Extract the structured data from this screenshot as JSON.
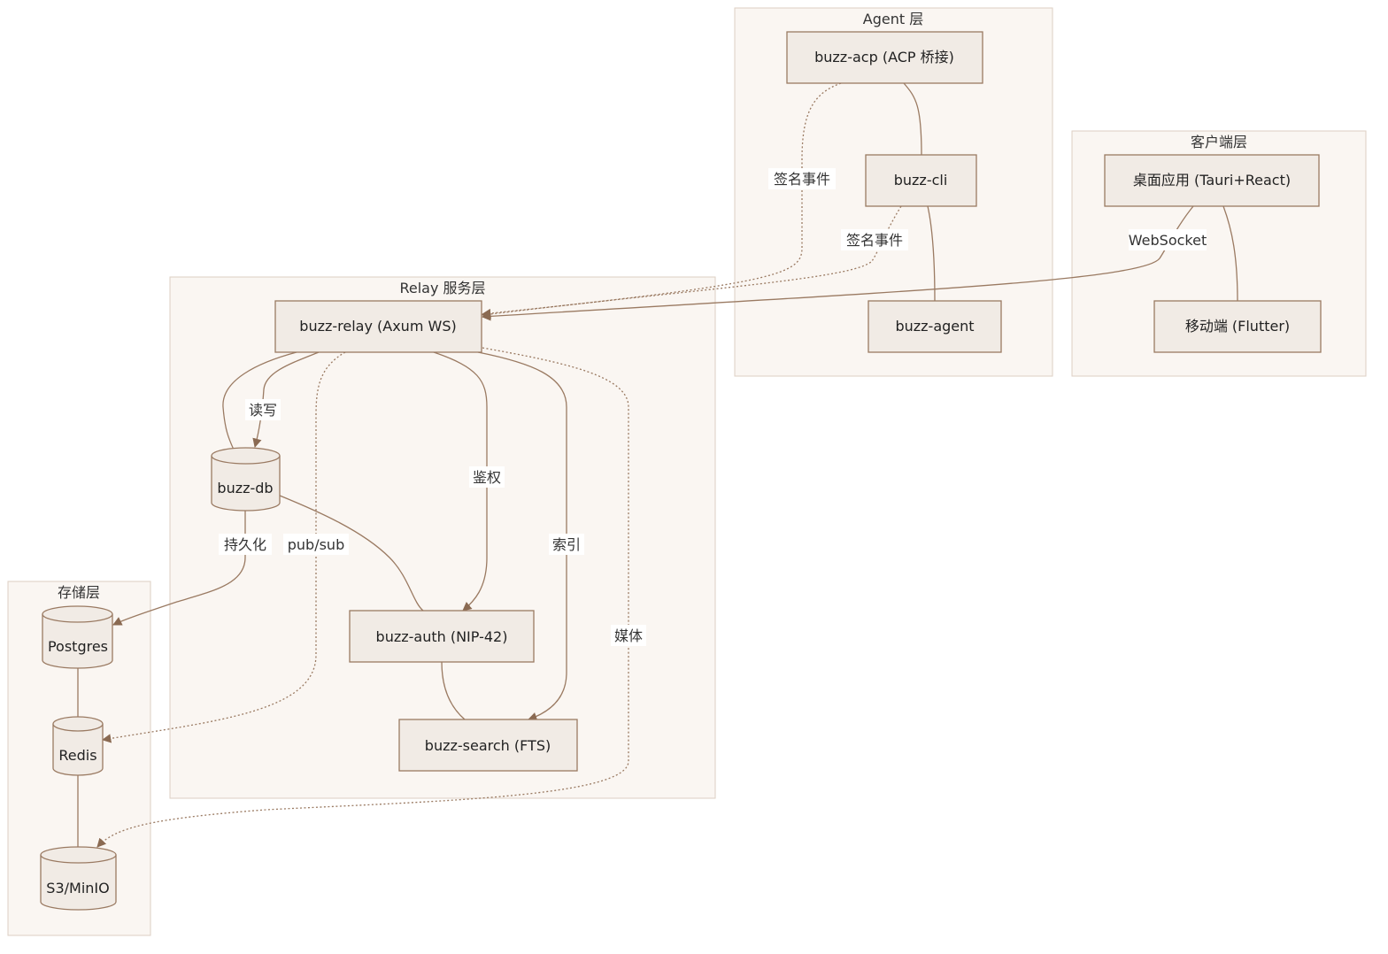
{
  "clusters": {
    "agent": "Agent 层",
    "client": "客户端层",
    "relay": "Relay 服务层",
    "storage": "存储层"
  },
  "nodes": {
    "buzz_acp": "buzz-acp (ACP 桥接)",
    "buzz_cli": "buzz-cli",
    "buzz_agent": "buzz-agent",
    "desktop": "桌面应用 (Tauri+React)",
    "mobile": "移动端 (Flutter)",
    "buzz_relay": "buzz-relay (Axum WS)",
    "buzz_db": "buzz-db",
    "buzz_auth": "buzz-auth (NIP-42)",
    "buzz_search": "buzz-search (FTS)",
    "postgres": "Postgres",
    "redis": "Redis",
    "s3": "S3/MinIO"
  },
  "edge_labels": {
    "acp_sign": "签名事件",
    "cli_sign": "签名事件",
    "websocket": "WebSocket",
    "readwrite": "读写",
    "persist": "持久化",
    "pubsub": "pub/sub",
    "auth": "鉴权",
    "index": "索引",
    "media": "媒体"
  },
  "colors": {
    "node_fill": "#f1ebe5",
    "node_stroke": "#9a7a62",
    "cluster_fill": "#faf6f2",
    "cluster_stroke": "#dccfc3"
  }
}
